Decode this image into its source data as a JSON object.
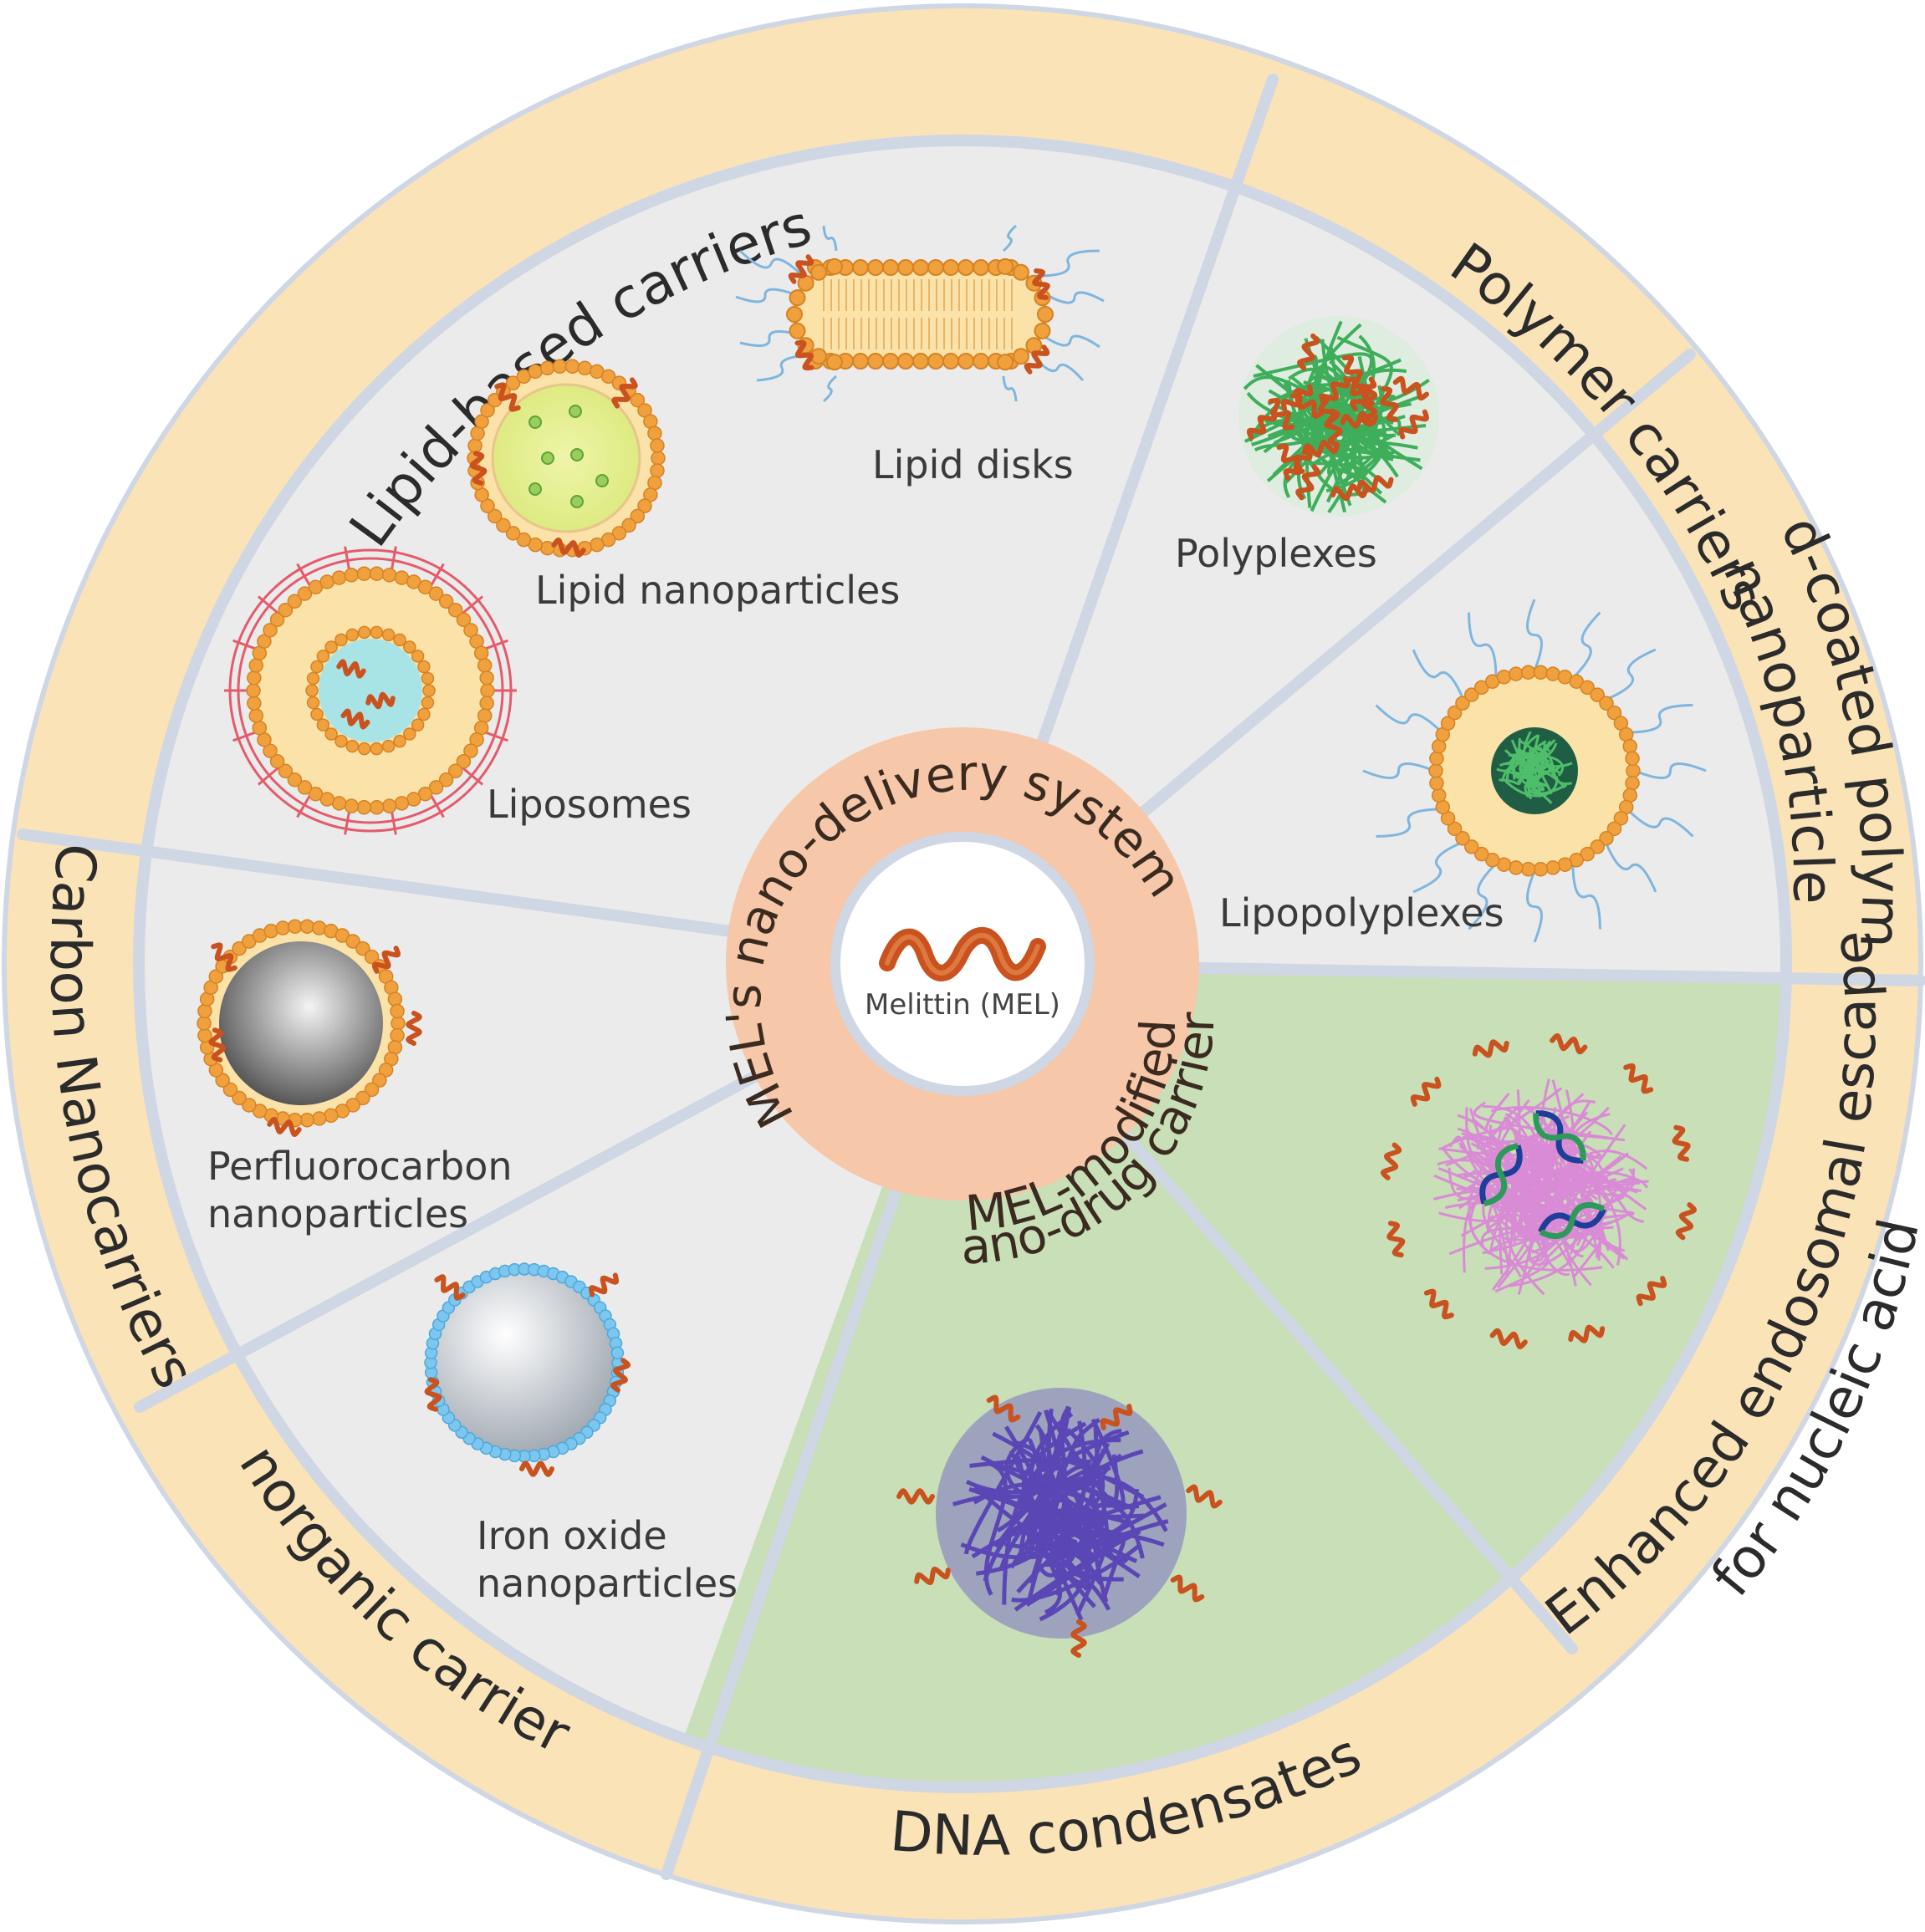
{
  "colors": {
    "outer_ring": "#fbe3b8",
    "gray_panel": "#ebebeb",
    "green_panel": "#c9dfb7",
    "divider": "#cfd6e4",
    "hub": "#f6c7a8",
    "lipid_head": "#f0a13e",
    "lipid_fill": "#fbe2a8",
    "peptide": "#c9521e"
  },
  "center": {
    "name": "Melittin (MEL)"
  },
  "hub": {
    "upper_label": "MEL's nano-delivery system",
    "lower_label_line1": "MEL-modified",
    "lower_label_line2": "nano-drug carriers"
  },
  "categories": {
    "lipid_based": "Lipid-based carriers",
    "polymer": "Polymer carriers",
    "lipid_coated_line1": "Lipid-coated polymeric",
    "lipid_coated_line2": "nanoparticle",
    "enhanced_line1": "Enhanced endosomal escape",
    "enhanced_line2": "for nucleic acid",
    "dna": "DNA condensates",
    "inorganic": "Inorganic carriers",
    "carbon": "Carbon Nanocarriers"
  },
  "items": {
    "lipid_disks": "Lipid disks",
    "lipid_nanoparticles": "Lipid nanoparticles",
    "liposomes": "Liposomes",
    "polyplexes": "Polyplexes",
    "lipopolyplexes": "Lipopolyplexes",
    "perfluoro_line1": "Perfluorocarbon",
    "perfluoro_line2": "nanoparticles",
    "iron_line1": "Iron oxide",
    "iron_line2": "nanoparticles"
  }
}
